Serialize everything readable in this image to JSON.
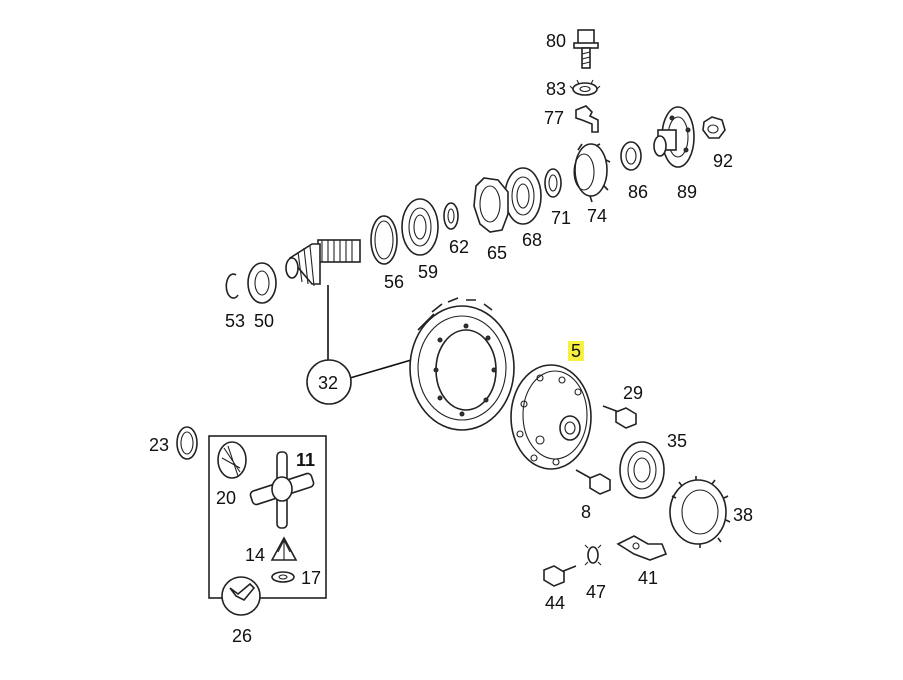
{
  "diagram": {
    "part_numbers": [
      "80",
      "83",
      "77",
      "92",
      "89",
      "86",
      "74",
      "71",
      "68",
      "65",
      "62",
      "59",
      "56",
      "53",
      "50",
      "32",
      "5",
      "29",
      "35",
      "23",
      "11",
      "20",
      "8",
      "38",
      "14",
      "17",
      "41",
      "47",
      "44",
      "26"
    ],
    "highlight_color": "#f7f040",
    "highlighted_part": "5",
    "callout": "32"
  }
}
